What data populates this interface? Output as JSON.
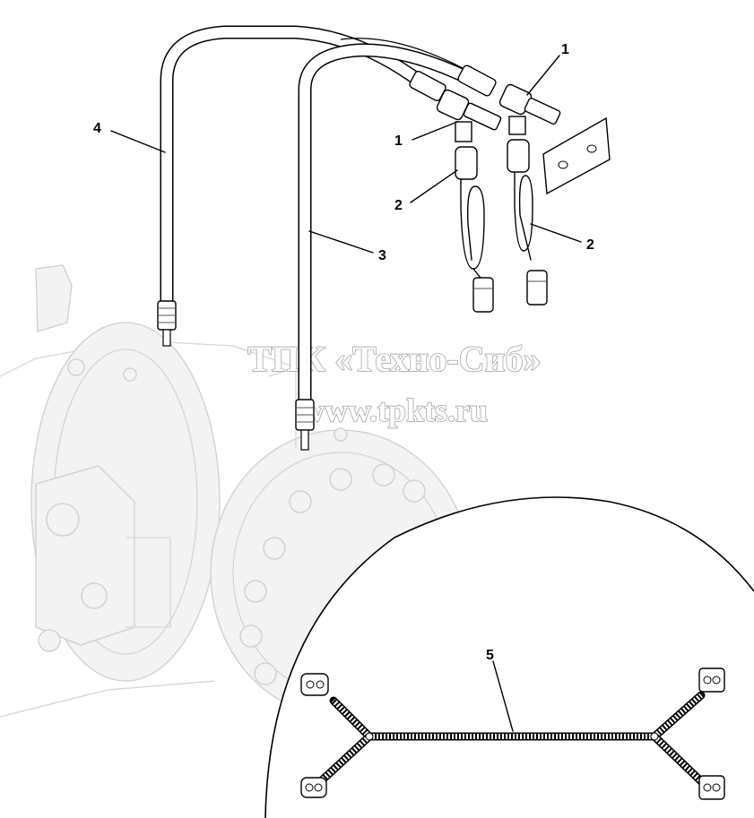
{
  "callouts": {
    "c1a": "1",
    "c1b": "1",
    "c2a": "2",
    "c2b": "2",
    "c3": "3",
    "c4": "4",
    "c5": "5"
  },
  "watermark": {
    "line1": "ТПК «Техно-Сиб»",
    "line2": "www.tpkts.ru"
  }
}
